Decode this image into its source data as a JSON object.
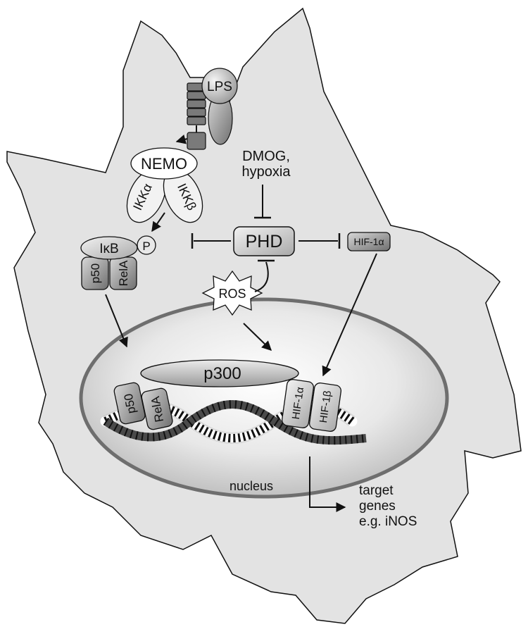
{
  "colors": {
    "cell_fill": "#e3e3e3",
    "cell_stroke": "#111111",
    "nucleus_stroke": "#6e6e6e",
    "protein_dark": "#8c8c8c",
    "line": "#111111"
  },
  "labels": {
    "lps": "LPS",
    "nemo": "NEMO",
    "ikk_alpha": "IKKα",
    "ikk_beta": "IKKβ",
    "ikb": "IκB",
    "phospho": "P",
    "p50": "p50",
    "rela": "RelA",
    "dmog_line1": "DMOG,",
    "dmog_line2": "hypoxia",
    "phd": "PHD",
    "hif1a_cyto": "HIF-1α",
    "ros": "ROS",
    "p300": "p300",
    "p50_nuc": "p50",
    "rela_nuc": "RelA",
    "hif1a_nuc": "HIF-1α",
    "hif1b_nuc": "HIF-1β",
    "nucleus": "nucleus",
    "target_line1": "target",
    "target_line2": "genes",
    "target_line3": "e.g. iNOS"
  }
}
